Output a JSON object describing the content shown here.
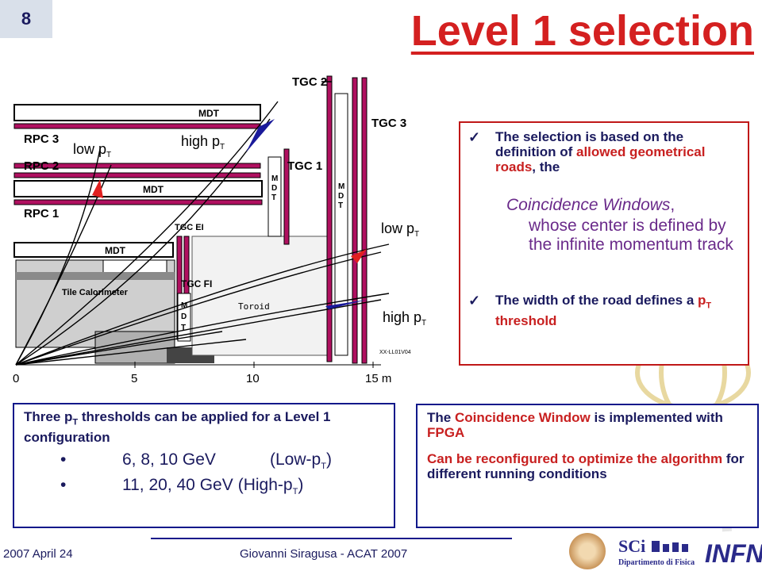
{
  "slide_number": "8",
  "title": "Level 1 selection",
  "diagram": {
    "labels": {
      "tgc2": "TGC 2",
      "tgc3": "TGC 3",
      "tgc1": "TGC 1",
      "tgc_ei": "TGC EI",
      "tgc_fi": "TGC FI",
      "mdt": "MDT",
      "mdt_v": "M D T",
      "rpc3": "RPC 3",
      "rpc2": "RPC 2",
      "rpc1": "RPC 1",
      "low_pt": "low p",
      "high_pt": "high p",
      "t_sub": "T",
      "tile": "Tile Calorimeter",
      "toroid": "Toroid",
      "ref": "XX-LL01V04",
      "axis0": "0",
      "axis5": "5",
      "axis10": "10",
      "axis15": "15 m"
    }
  },
  "right_box": {
    "b1_pre": "The selection is based on the definition of ",
    "b1_red": "allowed geometrical roads",
    "b1_post": ", the",
    "cw_title": "Coincidence Windows",
    "cw_comma": ",",
    "cw_rest": "whose center is defined by the infinite momentum track",
    "b2_pre": "The width of the road defines a ",
    "b2_p": "p",
    "b2_sub": "T",
    "b2_post": " threshold"
  },
  "bottom_left": {
    "line_pre": "Three p",
    "line_sub": "T",
    "line_post": " thresholds can be applied for a Level 1 configuration",
    "item1_vals": "6, 8, 10 GeV",
    "item1_paren_pre": "(Low-p",
    "item1_paren_sub": "T",
    "item1_paren_post": ")",
    "item2_vals": "11, 20, 40 GeV",
    "item2_paren_pre": "(High-p",
    "item2_paren_sub": "T",
    "item2_paren_post": ")"
  },
  "bottom_right": {
    "p1_a": "The ",
    "p1_red": "Coincidence Window",
    "p1_b": " is implemented with ",
    "p1_red2": "FPGA",
    "p2_red": "Can be reconfigured to optimize the algorithm",
    "p2_rest": " for different running conditions"
  },
  "footer": {
    "date": "2007 April 24",
    "author": "Giovanni Siragusa - ACAT 2007",
    "dip": "Dipartimento di Fisica",
    "infn": "INFN"
  }
}
